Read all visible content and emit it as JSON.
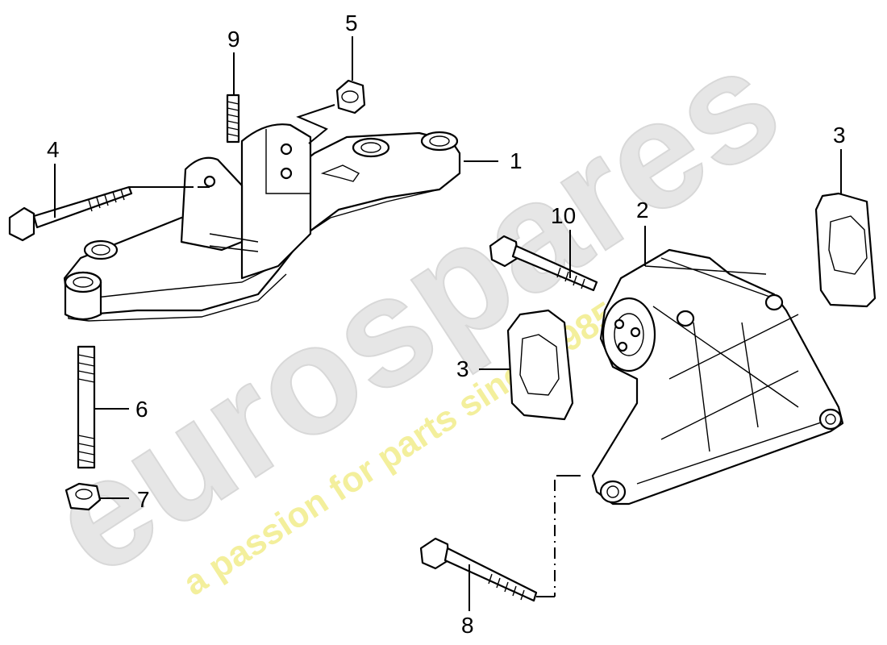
{
  "diagram": {
    "part_numbers": {
      "p1": "1",
      "p2": "2",
      "p3a": "3",
      "p3b": "3",
      "p4": "4",
      "p5": "5",
      "p6": "6",
      "p7": "7",
      "p8": "8",
      "p9": "9",
      "p10": "10"
    },
    "watermark": {
      "brand": "eurospares",
      "tagline": "a passion for parts since 1985"
    },
    "colors": {
      "line": "#000000",
      "background": "#ffffff",
      "watermark_brand": "#e6e6e6",
      "watermark_tagline": "#f3ef9c"
    }
  }
}
